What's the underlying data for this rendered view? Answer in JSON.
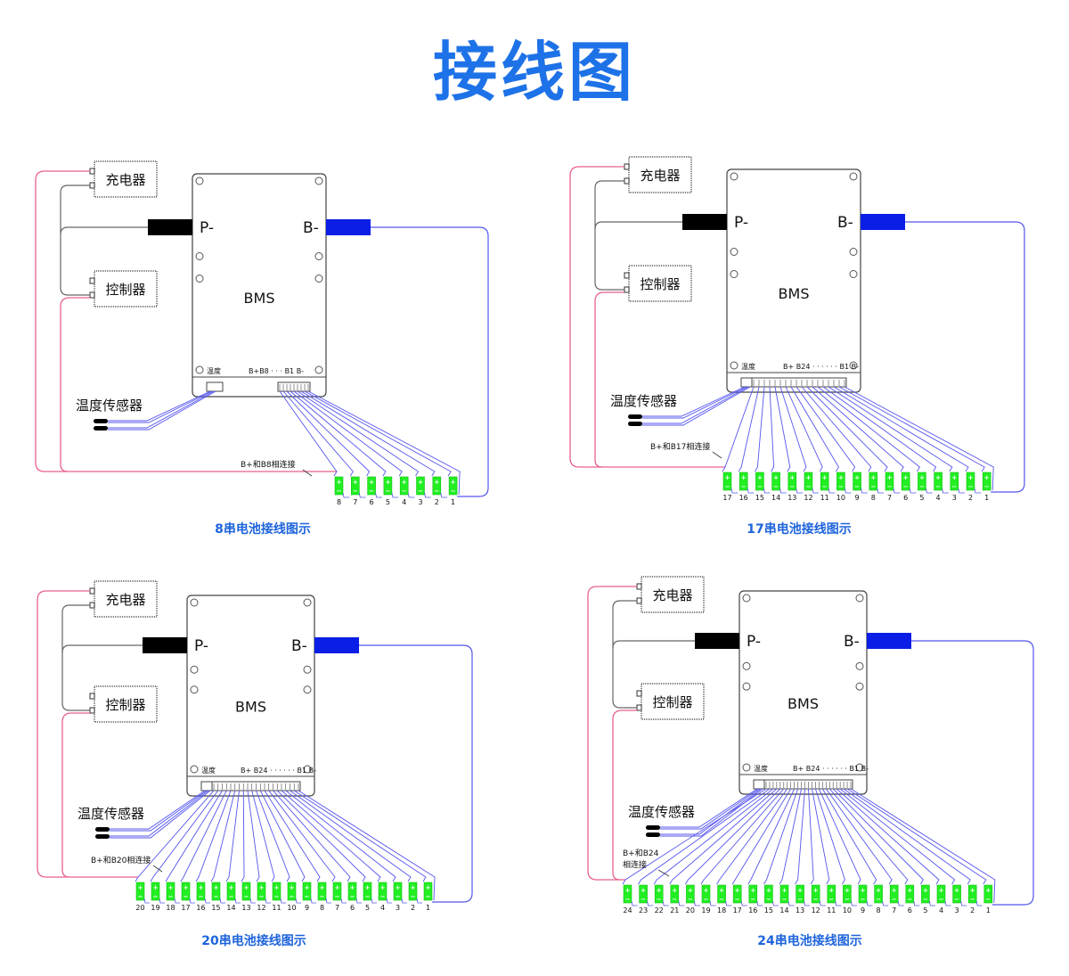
{
  "title": "接线图",
  "colors": {
    "title": "#1e72e8",
    "caption": "#1e64dc",
    "pink_wire": "#e8628a",
    "gray_wire": "#666666",
    "blue_wire": "#5555ee",
    "b_minus_block": "#0a1ee6",
    "p_minus_block": "#000000",
    "battery": "#22ee22"
  },
  "common_labels": {
    "charger": "充电器",
    "controller": "控制器",
    "p_minus": "P-",
    "b_minus": "B-",
    "bms": "BMS",
    "temp_sensor": "温度传感器",
    "temp_port": "温度"
  },
  "panels": [
    {
      "id": "8s",
      "series": 8,
      "caption": "8串电池接线图示",
      "header_label": "B+B8 · · ·   B1 B-",
      "note": "B+和B8相连接",
      "cell_numbers": [
        "8",
        "7",
        "6",
        "5",
        "4",
        "3",
        "2",
        "1"
      ]
    },
    {
      "id": "17s",
      "series": 17,
      "caption": "17串电池接线图示",
      "header_label": "B+ B24  · · · · · ·   B1 B-",
      "note": "B+和B17相连接",
      "cell_numbers": [
        "17",
        "16",
        "15",
        "14",
        "13",
        "12",
        "11",
        "10",
        "9",
        "8",
        "7",
        "6",
        "5",
        "4",
        "3",
        "2",
        "1"
      ]
    },
    {
      "id": "20s",
      "series": 20,
      "caption": "20串电池接线图示",
      "header_label": "B+ B24  · · · · · ·   B1 B-",
      "note": "B+和B20相连接",
      "cell_numbers": [
        "20",
        "19",
        "18",
        "17",
        "16",
        "15",
        "14",
        "13",
        "12",
        "11",
        "10",
        "9",
        "8",
        "7",
        "6",
        "5",
        "4",
        "3",
        "2",
        "1"
      ]
    },
    {
      "id": "24s",
      "series": 24,
      "caption": "24串电池接线图示",
      "header_label": "B+ B24  · · · · · ·   B1 B-",
      "note": "B+和B24\n相连接",
      "cell_numbers": [
        "24",
        "23",
        "22",
        "21",
        "20",
        "19",
        "18",
        "17",
        "16",
        "15",
        "14",
        "13",
        "12",
        "11",
        "10",
        "9",
        "8",
        "7",
        "6",
        "5",
        "4",
        "3",
        "2",
        "1"
      ]
    }
  ]
}
